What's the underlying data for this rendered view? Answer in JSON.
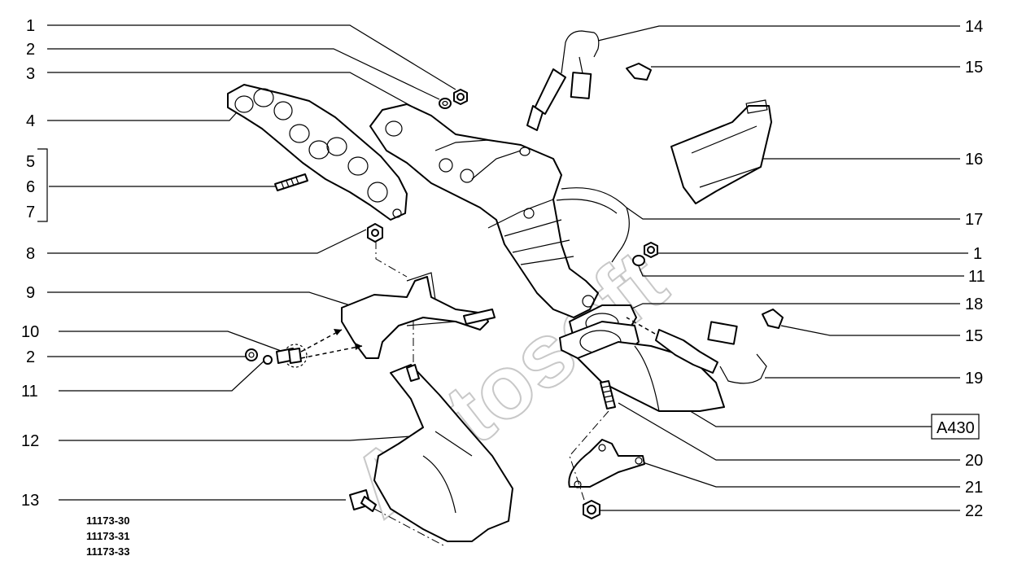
{
  "diagram": {
    "callouts_left": [
      {
        "id": "l1",
        "label": "1"
      },
      {
        "id": "l2",
        "label": "2"
      },
      {
        "id": "l3",
        "label": "3"
      },
      {
        "id": "l4",
        "label": "4"
      },
      {
        "id": "l5",
        "label": "5"
      },
      {
        "id": "l6",
        "label": "6"
      },
      {
        "id": "l7",
        "label": "7"
      },
      {
        "id": "l8",
        "label": "8"
      },
      {
        "id": "l9",
        "label": "9"
      },
      {
        "id": "l10",
        "label": "10"
      },
      {
        "id": "l2b",
        "label": "2"
      },
      {
        "id": "l11",
        "label": "11"
      },
      {
        "id": "l12",
        "label": "12"
      },
      {
        "id": "l13",
        "label": "13"
      }
    ],
    "callouts_right": [
      {
        "id": "r14",
        "label": "14"
      },
      {
        "id": "r15",
        "label": "15"
      },
      {
        "id": "r16",
        "label": "16"
      },
      {
        "id": "r17",
        "label": "17"
      },
      {
        "id": "r1",
        "label": "1"
      },
      {
        "id": "r11",
        "label": "11"
      },
      {
        "id": "r18",
        "label": "18"
      },
      {
        "id": "r15b",
        "label": "15"
      },
      {
        "id": "r19",
        "label": "19"
      },
      {
        "id": "rA430",
        "label": "A430"
      },
      {
        "id": "r20",
        "label": "20"
      },
      {
        "id": "r21",
        "label": "21"
      },
      {
        "id": "r22",
        "label": "22"
      }
    ],
    "part_codes": [
      "11173-30",
      "11173-31",
      "11173-33"
    ],
    "watermark": "Autosoft"
  }
}
